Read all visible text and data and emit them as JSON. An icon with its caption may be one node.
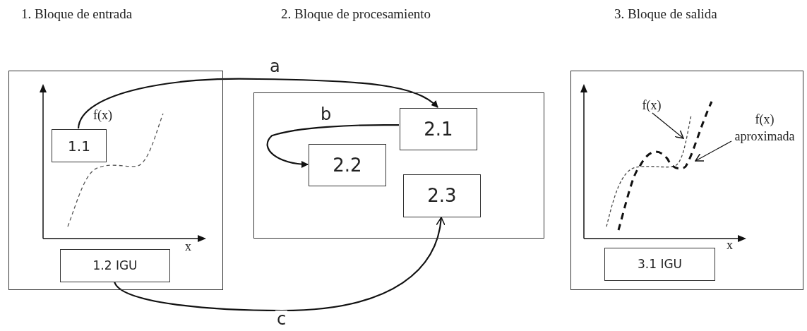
{
  "diagram": {
    "nodes": [
      {
        "text": [],
        "shape": "box"
      },
      {
        "text": [
          "1.1"
        ],
        "in": 0
      },
      {
        "text": [
          "1.2 IGU"
        ],
        "in": 0
      },
      {
        "text": [],
        "shape": "box"
      },
      {
        "text": [
          "2.1"
        ],
        "in": 3
      },
      {
        "text": [
          "2.2"
        ],
        "in": 3
      },
      {
        "text": [
          "2.3"
        ],
        "in": 3
      },
      {
        "text": [],
        "shape": "box"
      },
      {
        "text": [
          "3.1  IGU"
        ],
        "in": 7
      },
      {
        "text": [
          "f(x)"
        ],
        "in": 7
      },
      {
        "text": [
          "f(x) aproximada"
        ],
        "in": 7
      }
    ],
    "edges": [
      {
        "from": 1,
        "to": 4,
        "arrow": "to",
        "label": "a"
      },
      {
        "from": 4,
        "to": 5,
        "arrow": "to",
        "label": "b"
      },
      {
        "from": 2,
        "to": 6,
        "arrow": "to",
        "label": "c"
      },
      {
        "from": 9,
        "to": null,
        "arrow": "to"
      },
      {
        "from": 10,
        "to": null,
        "arrow": "to"
      }
    ],
    "labels": [
      "1. Bloque de entrada",
      "2. Bloque de procesamiento",
      "3. Bloque de salida",
      "f(x)",
      "x",
      "x"
    ]
  }
}
